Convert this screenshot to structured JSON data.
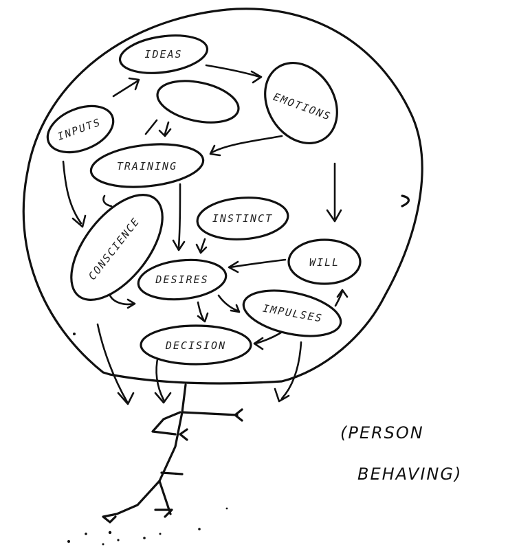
{
  "diagram": {
    "nodes": [
      {
        "id": "ideas",
        "label": "IDEAS"
      },
      {
        "id": "feelings",
        "label": ""
      },
      {
        "id": "emotions",
        "label": "EMOTIONS"
      },
      {
        "id": "inputs",
        "label": "INPUTS"
      },
      {
        "id": "training",
        "label": "TRAINING"
      },
      {
        "id": "conscience",
        "label": "CONSCIENCE"
      },
      {
        "id": "instinct",
        "label": "INSTINCT"
      },
      {
        "id": "will",
        "label": "WILL"
      },
      {
        "id": "desires",
        "label": "DESIRES"
      },
      {
        "id": "impulses",
        "label": "IMPULSES"
      },
      {
        "id": "decision",
        "label": "DECISION"
      }
    ],
    "caption_line1": "(PERSON",
    "caption_line2": "BEHAVING)"
  }
}
